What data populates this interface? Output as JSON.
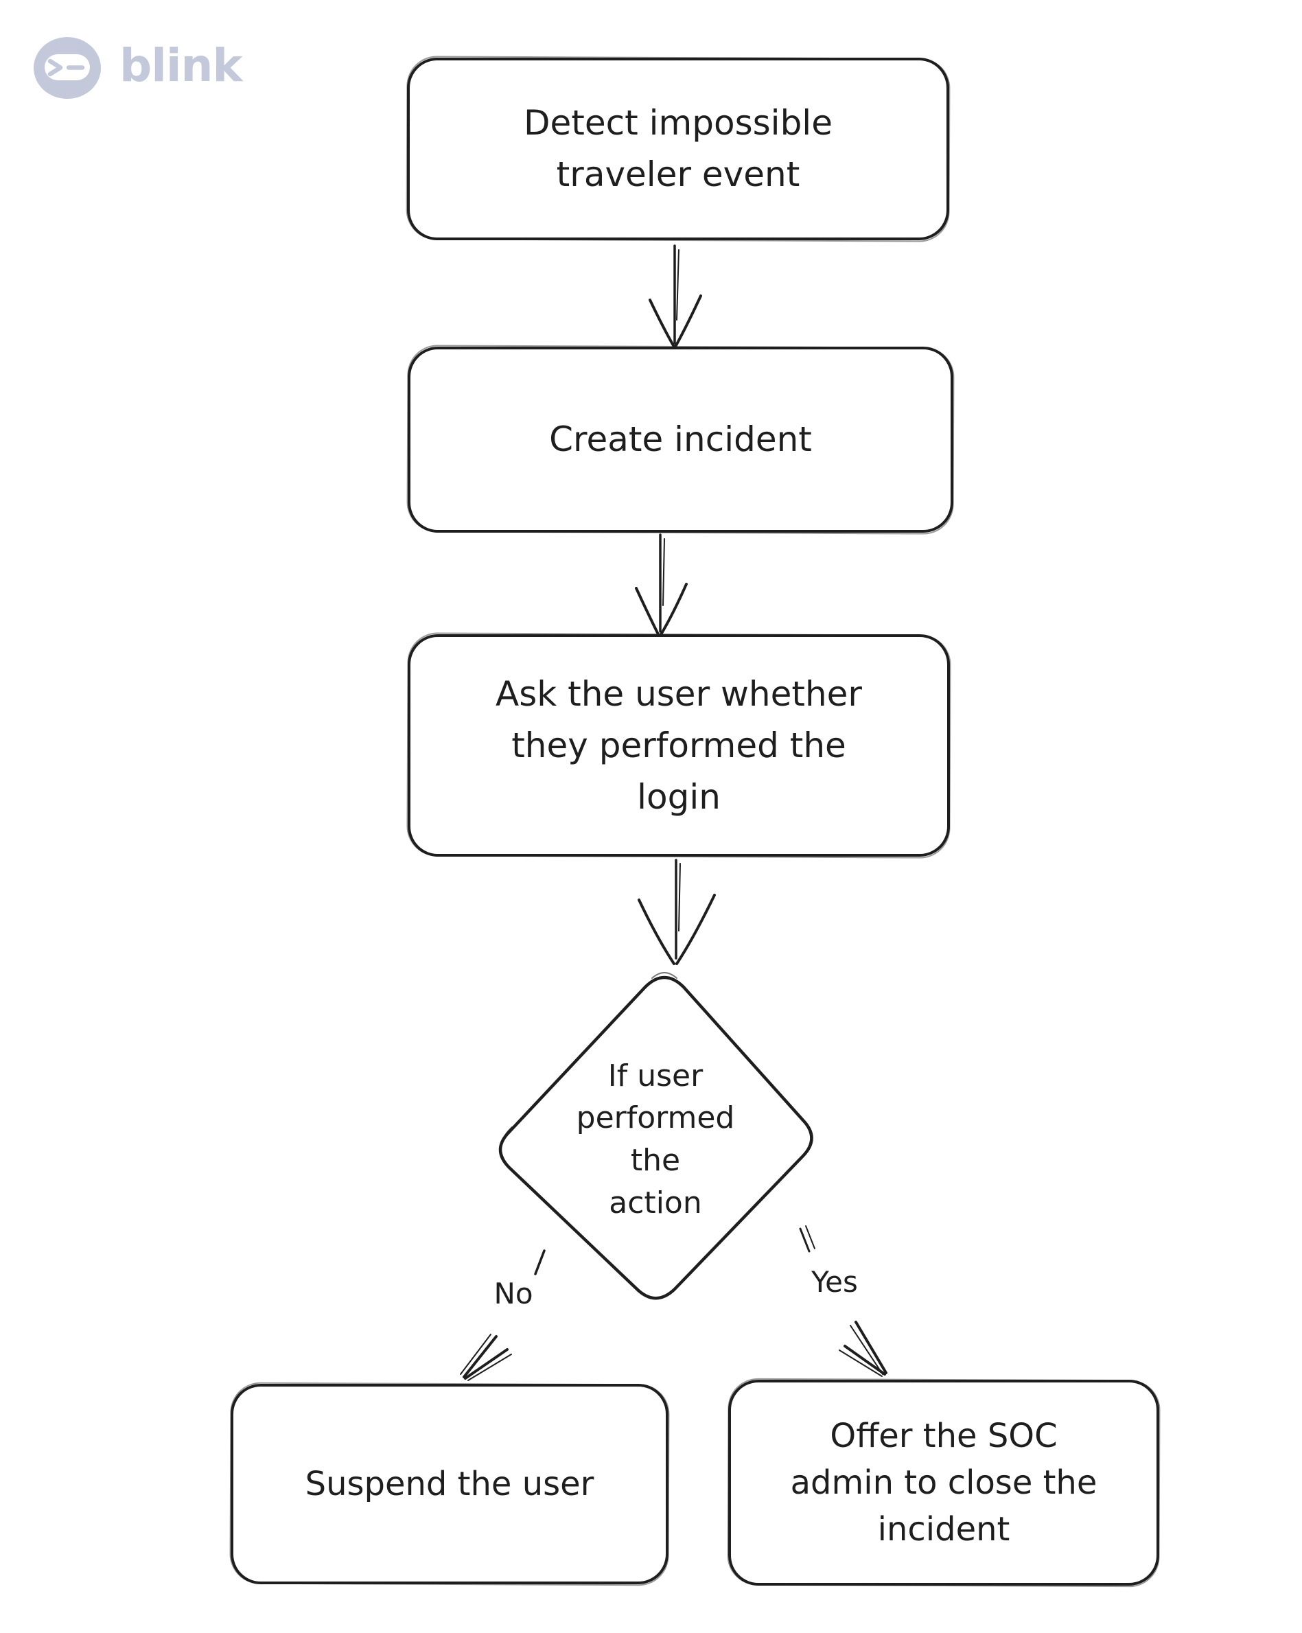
{
  "colors": {
    "ink": "#1e1e1e",
    "logo": "#c3c9da",
    "bg": "#ffffff"
  },
  "logo": {
    "brand": "blink",
    "icon": "blink-terminal-face-icon"
  },
  "flowchart": {
    "nodes": [
      {
        "id": "detect",
        "type": "process",
        "label": "Detect impossible traveler event",
        "lines": [
          "Detect impossible",
          "traveler event"
        ]
      },
      {
        "id": "create",
        "type": "process",
        "label": "Create incident",
        "lines": [
          "Create incident"
        ]
      },
      {
        "id": "ask",
        "type": "process",
        "label": "Ask the user whether they performed the login",
        "lines": [
          "Ask the user whether",
          "they performed the",
          "login"
        ]
      },
      {
        "id": "decision",
        "type": "decision",
        "label": "If user performed the action",
        "lines": [
          "If user",
          "performed",
          "the",
          "action"
        ]
      },
      {
        "id": "suspend",
        "type": "process",
        "label": "Suspend the user",
        "lines": [
          "Suspend the user"
        ]
      },
      {
        "id": "offer",
        "type": "process",
        "label": "Offer the SOC admin to close the incident",
        "lines": [
          "Offer the SOC",
          "admin to close the",
          "incident"
        ]
      }
    ],
    "edges": [
      {
        "from": "detect",
        "to": "create",
        "style": "solid",
        "label": ""
      },
      {
        "from": "create",
        "to": "ask",
        "style": "solid",
        "label": ""
      },
      {
        "from": "ask",
        "to": "decision",
        "style": "solid",
        "label": ""
      },
      {
        "from": "decision",
        "to": "suspend",
        "style": "dashed",
        "label": "No"
      },
      {
        "from": "decision",
        "to": "offer",
        "style": "dashed",
        "label": "Yes"
      }
    ]
  }
}
